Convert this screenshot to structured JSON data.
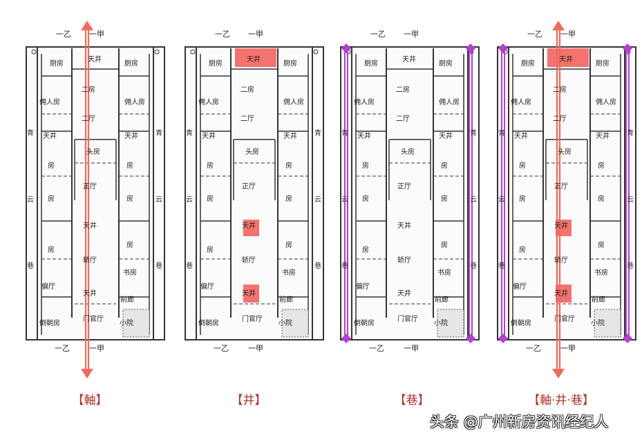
{
  "panels": [
    {
      "caption": "【軸】",
      "overlays": [
        "axis"
      ]
    },
    {
      "caption": "【井】",
      "overlays": [
        "wells"
      ]
    },
    {
      "caption": "【巷】",
      "overlays": [
        "lanes"
      ]
    },
    {
      "caption": "【軸·井·巷】",
      "overlays": [
        "axis",
        "wells",
        "lanes"
      ]
    }
  ],
  "plan": {
    "section_marks": {
      "top_left": "一乙",
      "top_right": "一甲",
      "bottom_left": "一乙",
      "bottom_right": "一甲"
    },
    "rooms": [
      {
        "label": "厨房",
        "pos": "left-kitchen"
      },
      {
        "label": "天井",
        "pos": "top-well"
      },
      {
        "label": "厨房",
        "pos": "right-kitchen"
      },
      {
        "label": "佣人房",
        "pos": "left-servant"
      },
      {
        "label": "二房",
        "pos": "second-room"
      },
      {
        "label": "佣人房",
        "pos": "right-servant"
      },
      {
        "label": "二厅",
        "pos": "second-hall"
      },
      {
        "label": "天井",
        "pos": "left-well"
      },
      {
        "label": "天井",
        "pos": "right-well"
      },
      {
        "label": "头房",
        "pos": "head-room"
      },
      {
        "label": "房",
        "pos": "left-room-1"
      },
      {
        "label": "房",
        "pos": "right-room-1"
      },
      {
        "label": "正厅",
        "pos": "main-hall"
      },
      {
        "label": "房",
        "pos": "left-room-2"
      },
      {
        "label": "房",
        "pos": "right-room-2"
      },
      {
        "label": "天井",
        "pos": "middle-well"
      },
      {
        "label": "房",
        "pos": "left-room-3"
      },
      {
        "label": "房",
        "pos": "right-room-3"
      },
      {
        "label": "轿厅",
        "pos": "sedan-hall"
      },
      {
        "label": "书房",
        "pos": "study"
      },
      {
        "label": "偏厅",
        "pos": "side-hall"
      },
      {
        "label": "天井",
        "pos": "front-well"
      },
      {
        "label": "前廊",
        "pos": "front-porch"
      },
      {
        "label": "门官厅",
        "pos": "gate-hall"
      },
      {
        "label": "倒朝房",
        "pos": "reverse-room"
      },
      {
        "label": "小院",
        "pos": "small-yard"
      }
    ],
    "lane_chars": [
      "青",
      "云",
      "巷"
    ]
  },
  "colors": {
    "axis": "#ee6a5c",
    "wells": "#f25a55",
    "lanes": "#b43fd0",
    "caption": "#b2322b"
  },
  "watermark": "头条 @广州新房资讯经纪人"
}
